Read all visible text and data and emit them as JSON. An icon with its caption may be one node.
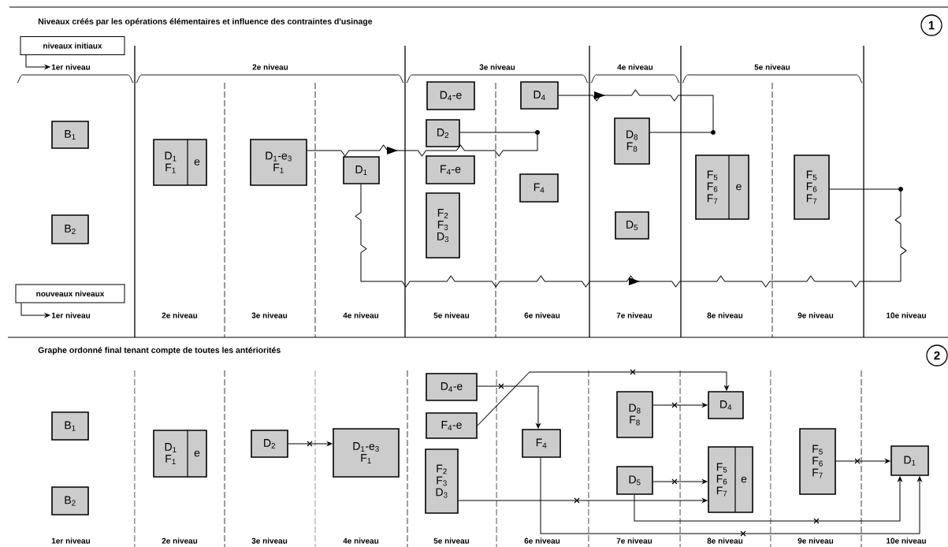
{
  "diagram": {
    "nodes": [
      {
        "text": [
          "1"
        ]
      },
      {
        "text": [
          "niveaux initiaux"
        ]
      },
      {
        "text": [
          "1er niveau"
        ]
      },
      {
        "text": [
          "B$_{1}$"
        ]
      },
      {
        "text": [
          "B$_{2}$"
        ]
      },
      {
        "text": [
          "D$_{1}$ F$_{1}$",
          "e"
        ]
      },
      {
        "text": [
          "D$_{1}$-e$_{3}$ F$_{1}$"
        ]
      },
      {
        "text": [
          "D$_{1}$"
        ]
      },
      {
        "text": [
          "D$_{4}$-e"
        ]
      },
      {
        "text": [
          "D$_{2}$"
        ]
      },
      {
        "text": [
          "F$_{4}$-e"
        ]
      },
      {
        "text": [
          "F$_{2}$ F$_{3}$ D$_{3}$"
        ]
      },
      {
        "text": [
          "D$_{4}$"
        ]
      },
      {
        "text": [
          "F$_{4}$"
        ]
      },
      {
        "text": [
          "D$_{8}$ F$_{8}$"
        ]
      },
      {
        "text": [
          "D$_{5}$"
        ]
      },
      {
        "text": [
          "F$_{5}$ F$_{6}$ F$_{7}$",
          "e"
        ]
      },
      {
        "text": [
          "F$_{5}$ F$_{6}$ F$_{7}$"
        ]
      },
      {
        "text": [
          "nouveaux niveaux"
        ]
      },
      {
        "text": [
          "1er niveau"
        ]
      },
      {
        "text": [
          "2"
        ]
      },
      {
        "text": [
          "B$_{1}$"
        ]
      },
      {
        "text": [
          "B$_{2}$"
        ]
      },
      {
        "text": [
          "D$_{1}$ F$_{1}$",
          "e"
        ]
      },
      {
        "text": [
          "D$_{2}$"
        ]
      },
      {
        "text": [
          "D$_{1}$-e$_{3}$ F$_{1}$"
        ]
      },
      {
        "text": [
          "D$_{4}$-e"
        ]
      },
      {
        "text": [
          "F$_{4}$-e"
        ]
      },
      {
        "text": [
          "F$_{2}$ F$_{3}$ D$_{3}$"
        ]
      },
      {
        "text": [
          "F$_{4}$"
        ]
      },
      {
        "text": [
          "D$_{8}$ F$_{8}$"
        ]
      },
      {
        "text": [
          "D$_{4}$"
        ]
      },
      {
        "text": [
          "D$_{5}$"
        ]
      },
      {
        "text": [
          "F$_{5}$ F$_{6}$ F$_{7}$",
          "e"
        ]
      },
      {
        "text": [
          "F$_{5}$ F$_{6}$ F$_{7}$"
        ]
      },
      {
        "text": [
          "D$_{1}$"
        ]
      }
    ],
    "edges": [
      {
        "from": 6,
        "to": 9,
        "arrow": "to"
      },
      {
        "from": 12,
        "to": 14,
        "arrow": "to"
      },
      {
        "from": 7,
        "to": 17,
        "arrow": "to"
      },
      {
        "from": 1,
        "to": 2,
        "arrow": "to"
      },
      {
        "from": 18,
        "to": 19,
        "arrow": "to"
      },
      {
        "from": 24,
        "to": 25,
        "arrow": "to"
      },
      {
        "from": 26,
        "to": 29,
        "arrow": "to"
      },
      {
        "from": 27,
        "to": 31,
        "arrow": "to"
      },
      {
        "from": 30,
        "to": 31,
        "arrow": "to"
      },
      {
        "from": 32,
        "to": 33,
        "arrow": "to"
      },
      {
        "from": 28,
        "to": 33,
        "arrow": "to"
      },
      {
        "from": 34,
        "to": 35,
        "arrow": "to"
      },
      {
        "from": 32,
        "to": 35,
        "arrow": "to"
      },
      {
        "from": 29,
        "to": 35,
        "arrow": "to"
      }
    ],
    "labels": [
      "Niveaux créés par les opérations élémentaires et influence des contraintes d'usinage",
      "2e niveau",
      "3e niveau",
      "4e niveau",
      "5e niveau",
      "2e niveau",
      "3e niveau",
      "4e niveau",
      "5e niveau",
      "6e niveau",
      "7e niveau",
      "8e niveau",
      "9e niveau",
      "10e niveau",
      "Graphe ordonné final tenant compte de toutes les antériorités",
      "1er niveau",
      "2e niveau",
      "3e niveau",
      "4e niveau",
      "5e niveau",
      "6e niveau",
      "7e niveau",
      "8e niveau",
      "9e niveau",
      "10e niveau"
    ]
  }
}
